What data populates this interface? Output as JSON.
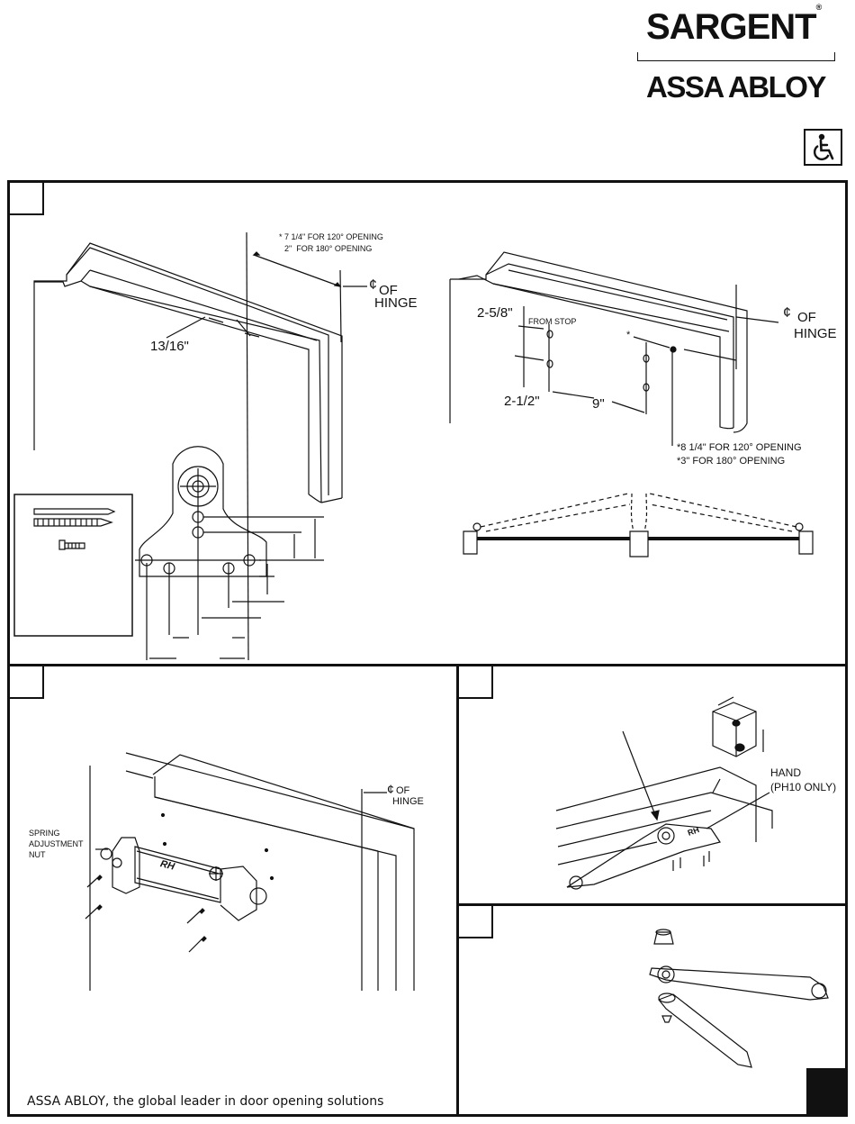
{
  "header": {
    "brand": "SARGENT",
    "brand_mark": "®",
    "parent_brand": "ASSA ABLOY",
    "ada_icon": "wheelchair-icon"
  },
  "step1": {
    "left_diagram": {
      "note_line1": "* 7 1/4\"  FOR 120° OPENING",
      "note_line2": "2\"  FOR 180° OPENING",
      "cl_symbol": "¢",
      "cl_of": "OF",
      "cl_hinge": "HINGE",
      "dim_1": "13/16\""
    },
    "right_diagram": {
      "dim_a": "2-5/8\"",
      "from_stop": "FROM STOP",
      "asterisk": "*",
      "cl_symbol": "¢",
      "cl_of": "OF",
      "cl_hinge": "HINGE",
      "dim_b": "2-1/2\"",
      "dim_c": "9\"",
      "note_line1": "*8 1/4\" FOR 120° OPENING",
      "note_line2": "*3\" FOR 180° OPENING"
    }
  },
  "step2": {
    "spring_label_1": "SPRING",
    "spring_label_2": "ADJUSTMENT",
    "spring_label_3": "NUT",
    "cl_symbol": "¢",
    "cl_of": "OF",
    "cl_hinge": "HINGE",
    "body_marking": "RH"
  },
  "step3": {
    "hand_label_1": "HAND",
    "hand_label_2": "(PH10 ONLY)",
    "arm_marking": "RH"
  },
  "footer": {
    "tagline": "ASSA ABLOY, the global leader in door opening solutions"
  }
}
